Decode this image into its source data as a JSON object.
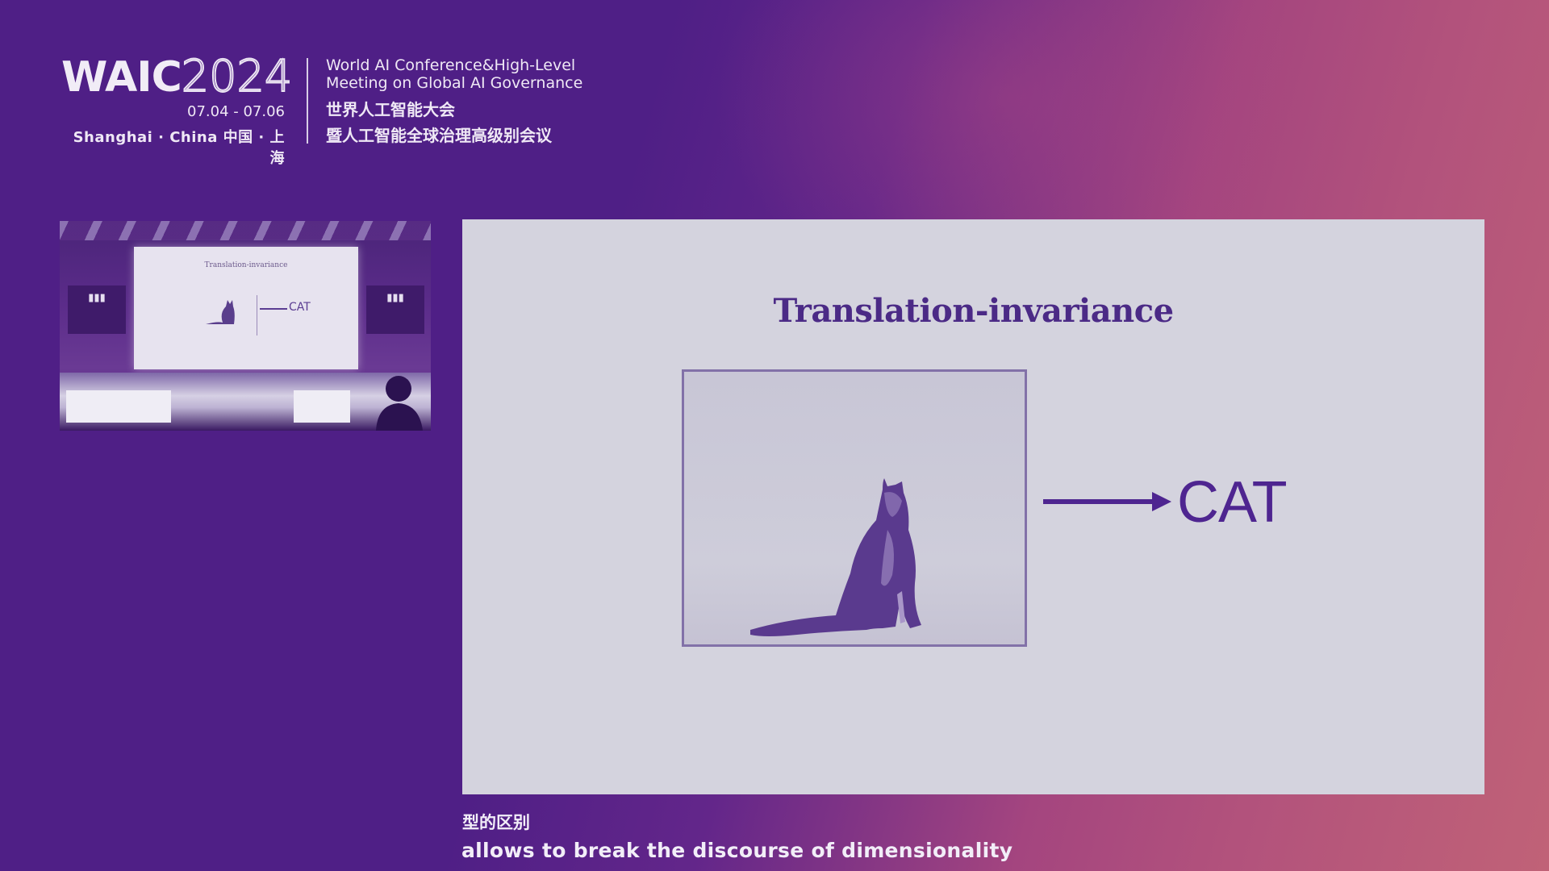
{
  "header": {
    "logo_text": "WAIC",
    "logo_year": "2024",
    "dates": "07.04 - 07.06",
    "location": "Shanghai · China  中国 · 上海",
    "conference_en_line1": "World AI Conference&High-Level",
    "conference_en_line2": "Meeting on Global AI Governance",
    "conference_cn_line1": "世界人工智能大会",
    "conference_cn_line2": "暨人工智能全球治理高级别会议"
  },
  "thumbnail": {
    "slide_title": "Translation-invariance",
    "slide_label": "CAT"
  },
  "slide": {
    "title": "Translation-invariance",
    "label": "CAT",
    "image_subject": "cat-photo"
  },
  "subtitles": {
    "cn": "型的区别",
    "en": "allows to break the discourse of dimensionality"
  },
  "colors": {
    "background_left": "#4f1f86",
    "background_right": "#c06277",
    "slide_bg": "#d4d3de",
    "accent": "#4e2590"
  }
}
